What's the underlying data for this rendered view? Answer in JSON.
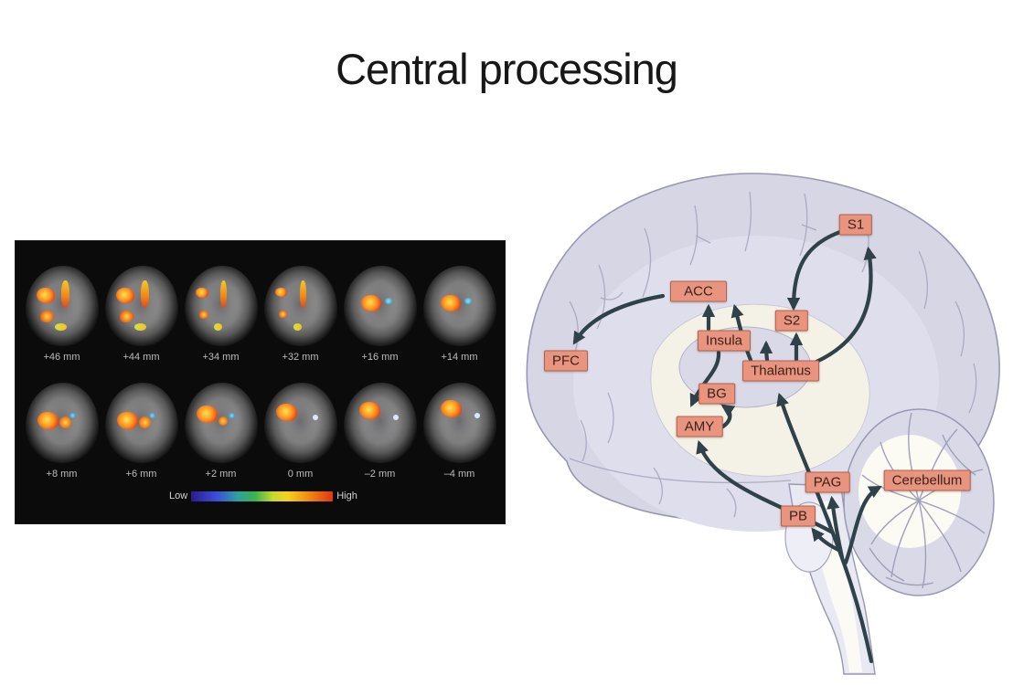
{
  "title": "Central processing",
  "fmri": {
    "slices": [
      {
        "label": "+46 mm"
      },
      {
        "label": "+44 mm"
      },
      {
        "label": "+34 mm"
      },
      {
        "label": "+32 mm"
      },
      {
        "label": "+16 mm"
      },
      {
        "label": "+14 mm"
      },
      {
        "label": "+8 mm"
      },
      {
        "label": "+6 mm"
      },
      {
        "label": "+2 mm"
      },
      {
        "label": "0 mm"
      },
      {
        "label": "–2 mm"
      },
      {
        "label": "–4 mm"
      }
    ],
    "scale": {
      "low": "Low",
      "high": "High"
    },
    "colors": {
      "background": "#0b0b0b",
      "label_text": "#bdbdbd",
      "gradient": [
        "#2a1c8f",
        "#3c4ed8",
        "#38b44e",
        "#c8d830",
        "#f5d020",
        "#f09010",
        "#e03515"
      ]
    }
  },
  "diagram": {
    "nodes": [
      {
        "id": "s1",
        "label": "S1"
      },
      {
        "id": "acc",
        "label": "ACC"
      },
      {
        "id": "s2",
        "label": "S2"
      },
      {
        "id": "insula",
        "label": "Insula"
      },
      {
        "id": "thalamus",
        "label": "Thalamus"
      },
      {
        "id": "pfc",
        "label": "PFC"
      },
      {
        "id": "bg",
        "label": "BG"
      },
      {
        "id": "amy",
        "label": "AMY"
      },
      {
        "id": "pag",
        "label": "PAG"
      },
      {
        "id": "cerebellum",
        "label": "Cerebellum"
      },
      {
        "id": "pb",
        "label": "PB"
      }
    ],
    "edges": [
      {
        "from": "ACC",
        "to": "PFC"
      },
      {
        "from": "Insula",
        "to": "ACC"
      },
      {
        "from": "Thalamus",
        "to": "ACC"
      },
      {
        "from": "Thalamus",
        "to": "Insula"
      },
      {
        "from": "Thalamus",
        "to": "S2"
      },
      {
        "from": "S1",
        "to": "S2"
      },
      {
        "from": "Thalamus",
        "to": "S1"
      },
      {
        "from": "Insula",
        "to": "AMY"
      },
      {
        "from": "AMY",
        "to": "BG"
      },
      {
        "from": "ascending-tract",
        "to": "Thalamus"
      },
      {
        "from": "ascending-tract",
        "to": "AMY"
      },
      {
        "from": "ascending-tract",
        "to": "PB"
      },
      {
        "from": "ascending-tract",
        "to": "PAG"
      },
      {
        "from": "ascending-tract",
        "to": "Cerebellum"
      }
    ],
    "colors": {
      "node_fill": "#e8947e",
      "node_border": "#b2604e",
      "node_text": "#3a231c",
      "arrow": "#2f4149",
      "brain_fill": "#d6d6e5",
      "brain_line": "#9898b4",
      "inner_cream": "#f4f2e7"
    }
  }
}
